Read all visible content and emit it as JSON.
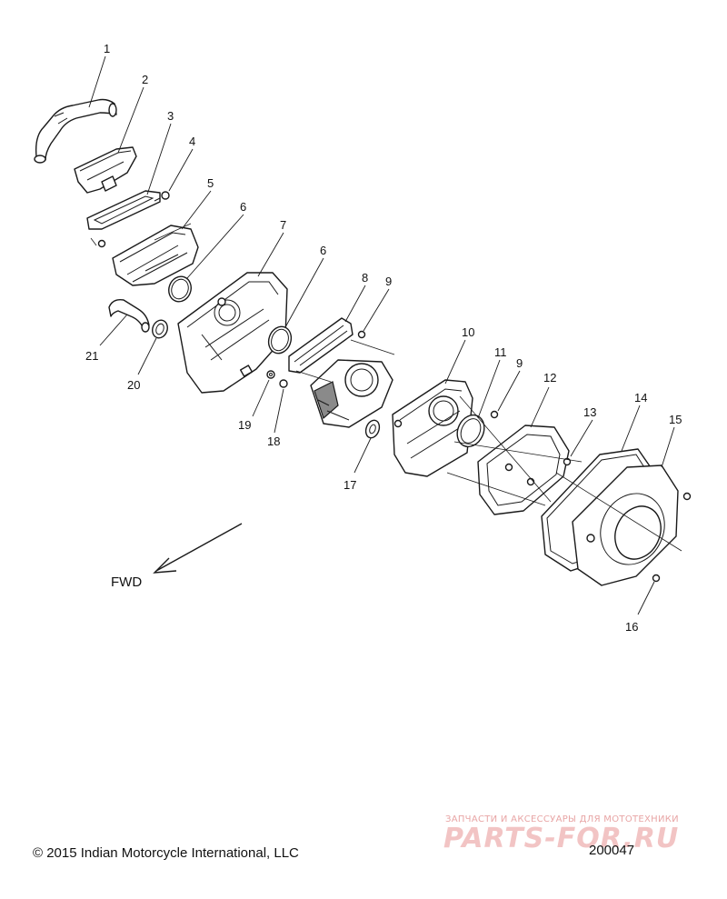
{
  "diagram": {
    "direction_label": "FWD",
    "copyright": "© 2015 Indian Motorcycle International, LLC",
    "reference_number": "200047",
    "watermark": {
      "tagline": "ЗАПЧАСТИ И АКСЕССУАРЫ ДЛЯ МОТОТЕХНИКИ",
      "brand": "PARTS-FOR.RU"
    },
    "callouts": [
      "1",
      "2",
      "3",
      "4",
      "5",
      "6",
      "7",
      "6",
      "8",
      "9",
      "10",
      "11",
      "9",
      "12",
      "13",
      "14",
      "15",
      "16",
      "17",
      "18",
      "19",
      "20",
      "21"
    ]
  }
}
